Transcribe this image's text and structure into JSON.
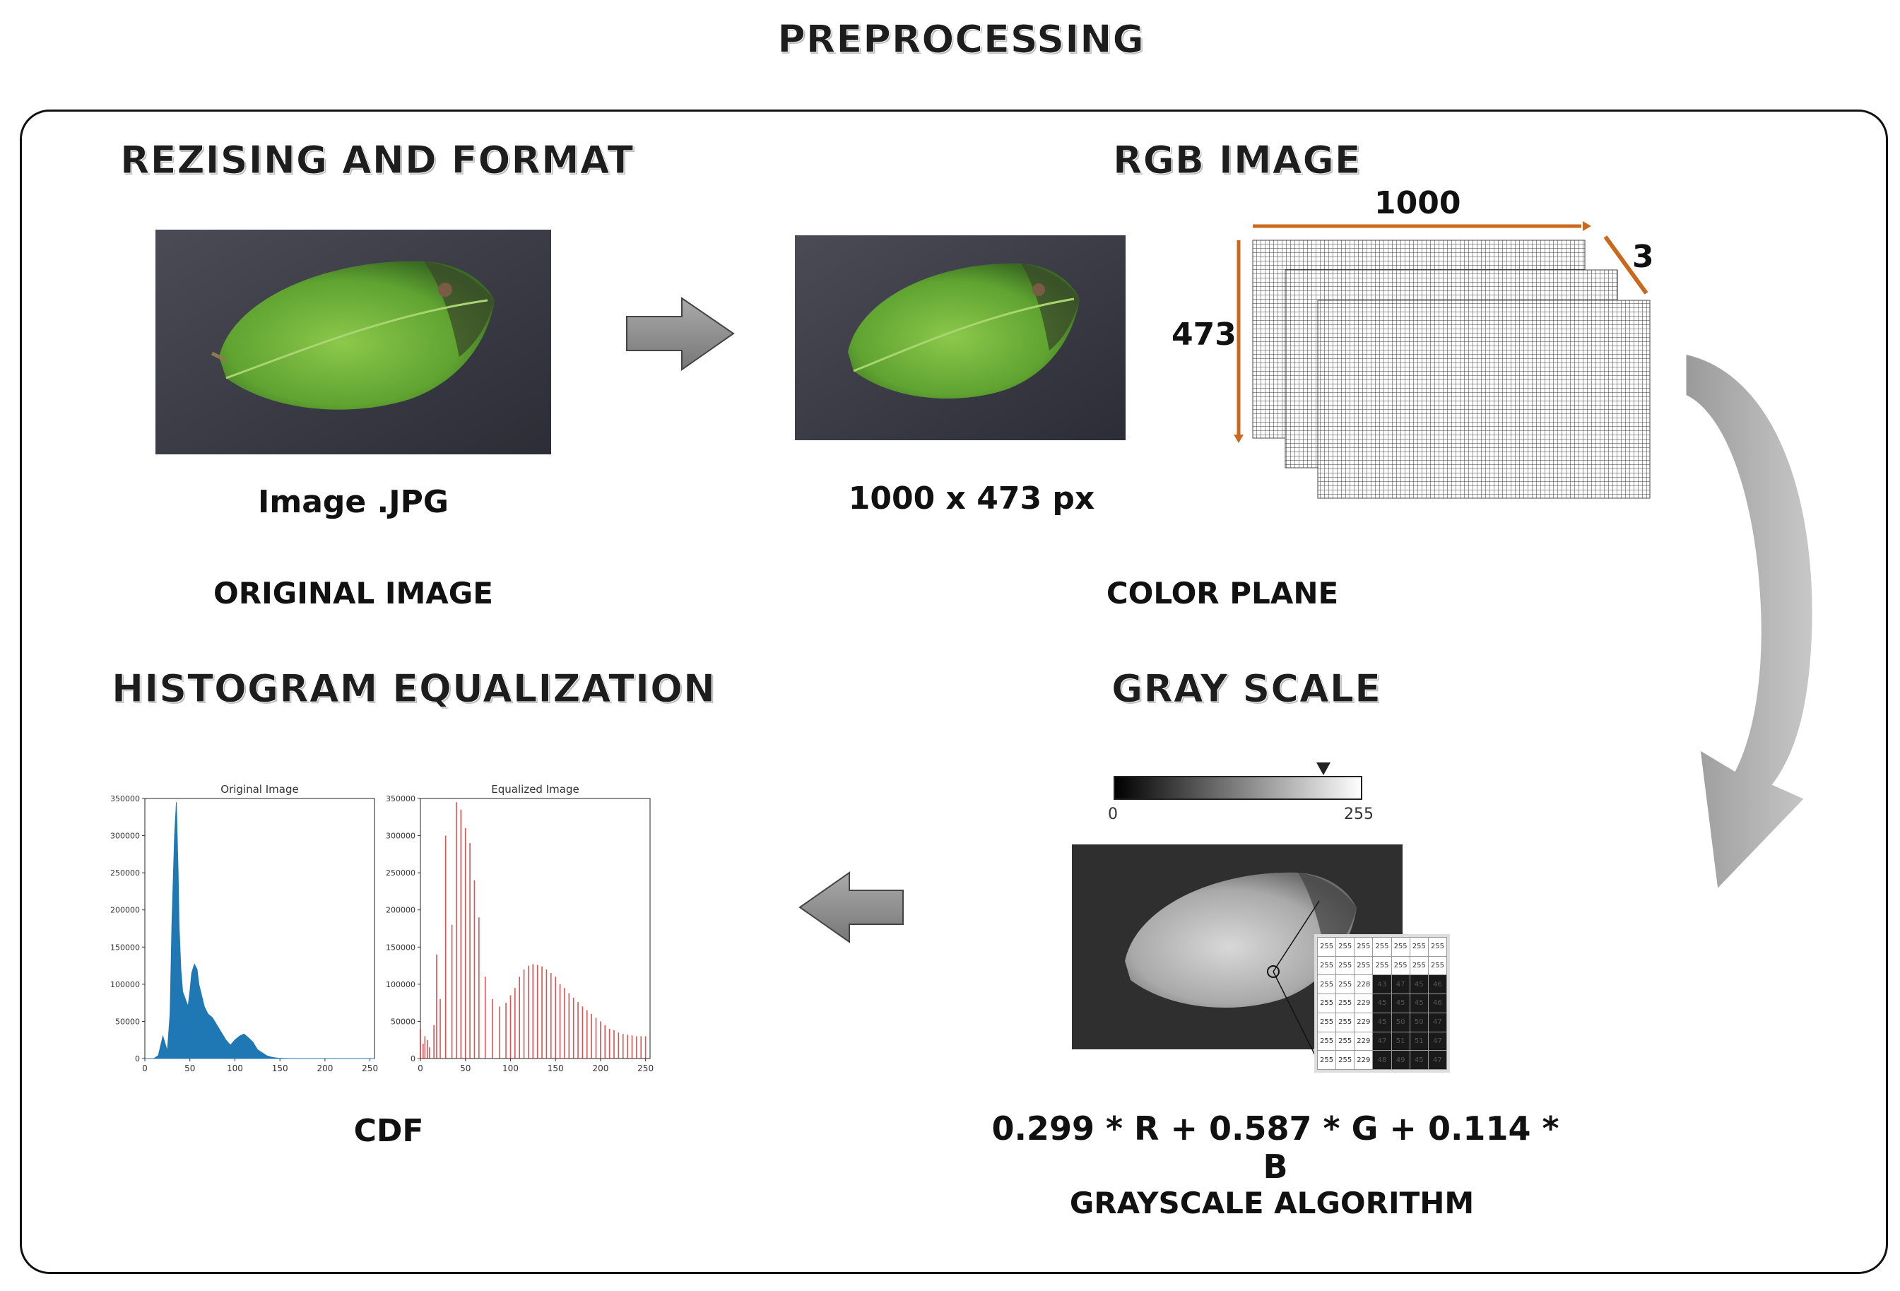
{
  "header": {
    "title": "PREPROCESSING"
  },
  "sections": {
    "resize": {
      "title": "REZISING AND FORMAT",
      "file_caption": "Image .JPG",
      "label": "ORIGINAL IMAGE"
    },
    "rgb": {
      "title": "RGB IMAGE",
      "size_caption": "1000 x 473 px",
      "label": "COLOR PLANE",
      "dim_width": "1000",
      "dim_height": "473",
      "dim_depth": "3"
    },
    "gray": {
      "title": "GRAY SCALE",
      "scale_min": "0",
      "scale_max": "255",
      "formula": "0.299 * R + 0.587 * G + 0.114 * B",
      "label": "GRAYSCALE ALGORITHM"
    },
    "hist": {
      "title": "HISTOGRAM EQUALIZATION",
      "label": "CDF"
    }
  },
  "pixel_grid": [
    [
      "255",
      "255",
      "255",
      "255",
      "255",
      "255",
      "255"
    ],
    [
      "255",
      "255",
      "255",
      "255",
      "255",
      "255",
      "255"
    ],
    [
      "255",
      "255",
      "228",
      "43",
      "47",
      "45",
      "46"
    ],
    [
      "255",
      "255",
      "229",
      "45",
      "45",
      "45",
      "46"
    ],
    [
      "255",
      "255",
      "229",
      "45",
      "50",
      "50",
      "47"
    ],
    [
      "255",
      "255",
      "229",
      "47",
      "51",
      "51",
      "47"
    ],
    [
      "255",
      "255",
      "229",
      "48",
      "49",
      "45",
      "47"
    ]
  ],
  "chart_data": [
    {
      "type": "area",
      "title": "Original Image",
      "xlim": [
        0,
        255
      ],
      "ylim": [
        0,
        350000
      ],
      "xticks": [
        "0",
        "50",
        "100",
        "150",
        "200",
        "250"
      ],
      "yticks": [
        "0",
        "50000",
        "100000",
        "150000",
        "200000",
        "250000",
        "300000",
        "350000"
      ],
      "color": "#1f77b4",
      "x": [
        0,
        10,
        15,
        20,
        25,
        28,
        30,
        33,
        35,
        37,
        38,
        40,
        42,
        45,
        48,
        50,
        52,
        55,
        58,
        60,
        63,
        66,
        70,
        75,
        80,
        85,
        90,
        95,
        100,
        105,
        110,
        115,
        120,
        125,
        130,
        135,
        140,
        145,
        150,
        160,
        200,
        255
      ],
      "y": [
        0,
        0,
        4000,
        30000,
        10000,
        60000,
        180000,
        300000,
        345000,
        250000,
        180000,
        120000,
        90000,
        80000,
        70000,
        90000,
        115000,
        127000,
        120000,
        100000,
        85000,
        70000,
        60000,
        55000,
        45000,
        35000,
        25000,
        18000,
        25000,
        30000,
        33000,
        28000,
        22000,
        12000,
        8000,
        4000,
        2000,
        1000,
        300,
        0,
        0,
        0
      ]
    },
    {
      "type": "bar",
      "title": "Equalized Image",
      "xlim": [
        0,
        255
      ],
      "ylim": [
        0,
        350000
      ],
      "xticks": [
        "0",
        "50",
        "100",
        "150",
        "200",
        "250"
      ],
      "yticks": [
        "0",
        "50000",
        "100000",
        "150000",
        "200000",
        "250000",
        "300000",
        "350000"
      ],
      "color": "#d62728",
      "x": [
        0,
        3,
        5,
        8,
        10,
        15,
        18,
        22,
        28,
        35,
        40,
        45,
        50,
        55,
        60,
        65,
        72,
        80,
        88,
        95,
        100,
        105,
        110,
        115,
        120,
        125,
        130,
        135,
        140,
        145,
        150,
        155,
        160,
        165,
        170,
        175,
        180,
        185,
        190,
        195,
        200,
        205,
        210,
        215,
        220,
        225,
        230,
        235,
        240,
        245,
        250
      ],
      "y": [
        40000,
        20000,
        30000,
        25000,
        15000,
        45000,
        140000,
        80000,
        300000,
        180000,
        345000,
        335000,
        310000,
        290000,
        240000,
        190000,
        110000,
        80000,
        70000,
        75000,
        85000,
        95000,
        110000,
        120000,
        125000,
        127000,
        126000,
        124000,
        120000,
        115000,
        110000,
        100000,
        95000,
        88000,
        82000,
        76000,
        70000,
        65000,
        60000,
        55000,
        50000,
        45000,
        40000,
        38000,
        35000,
        33000,
        32000,
        31000,
        30000,
        30000,
        30000
      ]
    }
  ]
}
